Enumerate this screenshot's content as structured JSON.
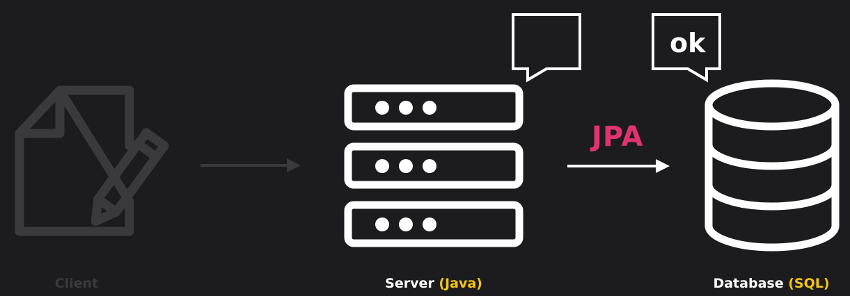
{
  "colors": {
    "background": "#1c1c1e",
    "foreground": "#ffffff",
    "dimmed": "#3a3a3c",
    "accent_pink": "#e0336f",
    "accent_yellow": "#f5c518"
  },
  "client": {
    "label": "Client",
    "icon": "document-pencil-icon"
  },
  "server": {
    "label_main": "Server ",
    "paren_open": "(",
    "label_highlight": "Java",
    "paren_close": ")",
    "icon": "server-rack-icon"
  },
  "database": {
    "label_main": "Database ",
    "paren_open": "(",
    "label_highlight": "SQL",
    "paren_close": ")",
    "icon": "database-cylinder-icon"
  },
  "arrow_client_server": {
    "icon": "arrow-right-icon"
  },
  "arrow_server_db": {
    "label": "JPA",
    "icon": "arrow-right-icon"
  },
  "server_bubble": {
    "text": "",
    "icon": "speech-bubble-icon"
  },
  "db_bubble": {
    "text": "ok",
    "icon": "speech-bubble-icon"
  }
}
